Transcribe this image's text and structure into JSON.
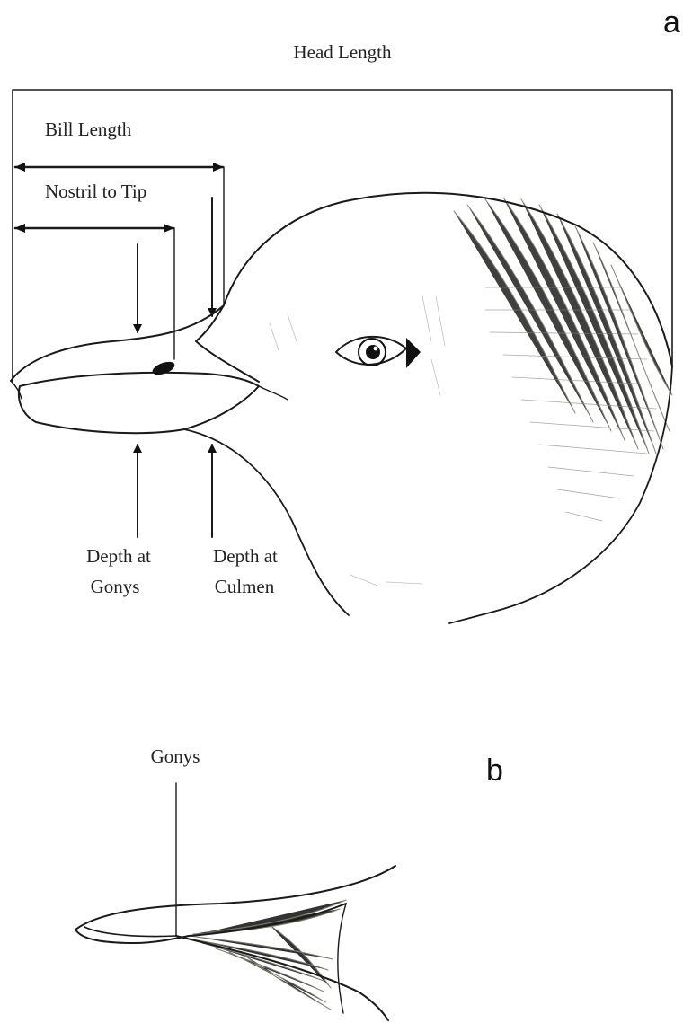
{
  "panel_a": {
    "letter": "a",
    "labels": {
      "head_length": "Head Length",
      "bill_length": "Bill Length",
      "nostril_to_tip": "Nostril to Tip",
      "depth_gonys_line1": "Depth at",
      "depth_gonys_line2": "Gonys",
      "depth_culmen_line1": "Depth at",
      "depth_culmen_line2": "Culmen"
    }
  },
  "panel_b": {
    "letter": "b",
    "labels": {
      "gonys": "Gonys"
    }
  }
}
